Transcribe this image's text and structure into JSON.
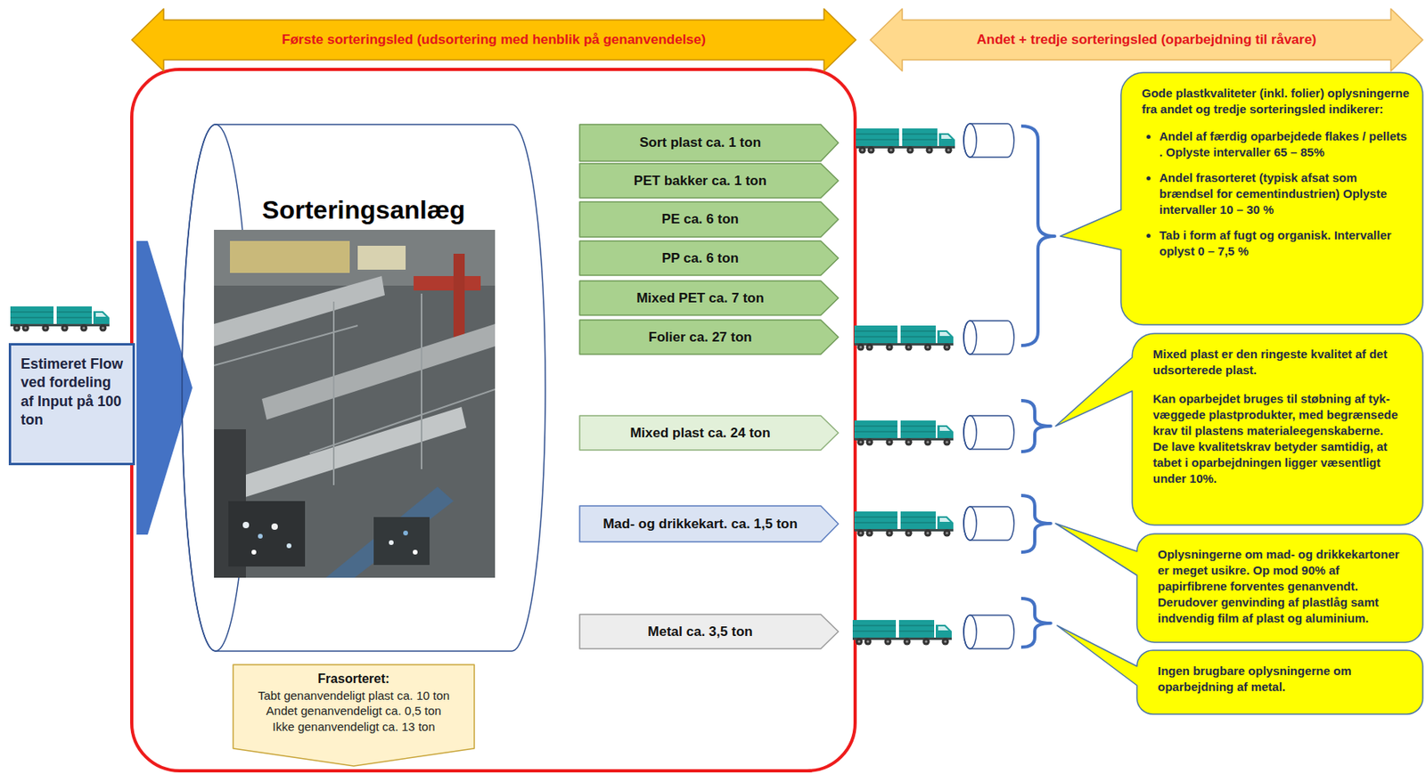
{
  "diagram": {
    "nodes": [
      {
        "text": [
          "Første sorteringsled (udsortering med henblik på genanvendelse)"
        ]
      },
      {
        "text": [
          "Andet + tredje sorteringsled (oparbejdning til råvare)"
        ]
      },
      {
        "text": [
          "Estimeret Flow ved fordeling af Input på 100 ton"
        ]
      },
      {
        "text": [
          "Sorteringsanlæg"
        ]
      },
      {
        "text": [
          "Sort plast ca. 1 ton"
        ]
      },
      {
        "text": [
          "PET bakker ca. 1 ton"
        ]
      },
      {
        "text": [
          "PE ca. 6 ton"
        ]
      },
      {
        "text": [
          "PP ca. 6 ton"
        ]
      },
      {
        "text": [
          "Mixed PET ca. 7 ton"
        ]
      },
      {
        "text": [
          "Folier ca. 27 ton"
        ]
      },
      {
        "text": [
          "Mixed plast ca. 24 ton"
        ]
      },
      {
        "text": [
          "Mad- og drikkekart. ca. 1,5 ton"
        ]
      },
      {
        "text": [
          "Metal ca. 3,5 ton"
        ]
      },
      {
        "text": [
          "Frasorteret:",
          "Tabt genanvendeligt plast ca. 10 ton",
          "Andet genanvendeligt ca. 0,5 ton",
          "Ikke genanvendeligt ca. 13 ton"
        ]
      },
      {
        "text": [
          "Gode plastkvaliteter (inkl. folier) oplysningerne fra andet og tredje sorteringsled indikerer:",
          "Andel af færdig oparbejdede flakes / pellets . Oplyste intervaller 65 – 85%",
          "Andel frasorteret (typisk afsat som brændsel for cementindustrien) Oplyste intervaller 10 – 30 %",
          "Tab i form af fugt og organisk. Intervaller oplyst 0 – 7,5 %"
        ]
      },
      {
        "text": [
          "Mixed plast er den ringeste kvalitet af det udsorterede plast.",
          "Kan oparbejdet bruges til støbning af tyk-væggede plastprodukter, med begrænsede krav til plastens materialeegenskaberne.",
          "De lave kvalitetskrav betyder samtidig, at tabet i oparbejdningen ligger væsentligt under 10%."
        ]
      },
      {
        "text": [
          "Oplysningerne om mad- og drikkekartoner er meget usikre. Op mod 90% af papirfibrene forventes genanvendt. Derudover genvinding af plastlåg samt indvendig film af plast og aluminium."
        ]
      },
      {
        "text": [
          "Ingen brugbare oplysningerne om oparbejdning af metal."
        ]
      }
    ],
    "edges": [
      {
        "from": 2,
        "to": 3,
        "arrow": "to"
      }
    ]
  }
}
